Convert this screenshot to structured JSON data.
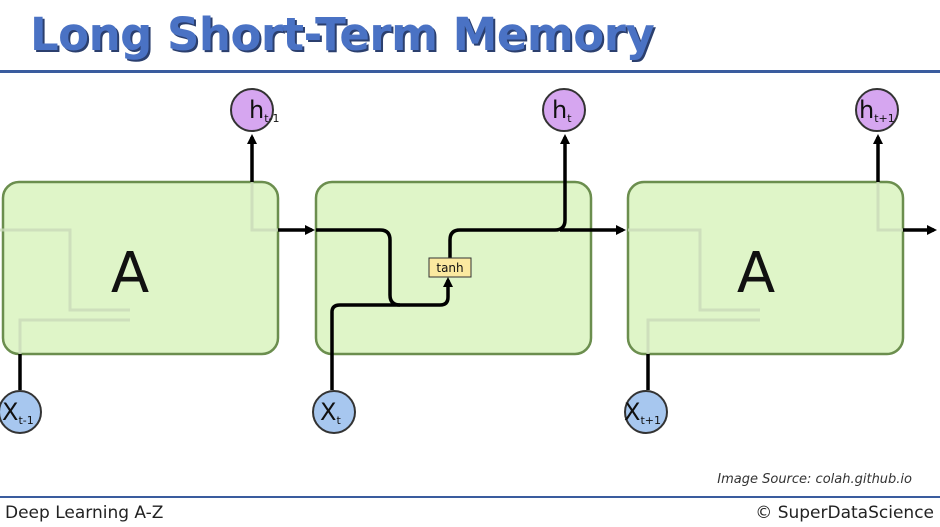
{
  "title": "Long Short-Term Memory",
  "source_note": "Image Source: colah.github.io",
  "footer": {
    "left": "Deep Learning A-Z",
    "right": "© SuperDataScience"
  },
  "colors": {
    "title": "#4a72c4",
    "cell_fill": "#dff5c8",
    "cell_stroke": "#6b8e4e",
    "output_node": "#d6a6f0",
    "input_node": "#a7c7ef",
    "tanh_box": "#fbe9a0",
    "rule": "#3a5c9e"
  },
  "cells": [
    {
      "label": "A"
    },
    {
      "label": ""
    },
    {
      "label": "A"
    }
  ],
  "outputs": [
    {
      "main": "h",
      "sub": "t-1"
    },
    {
      "main": "h",
      "sub": "t"
    },
    {
      "main": "h",
      "sub": "t+1"
    }
  ],
  "inputs": [
    {
      "main": "X",
      "sub": "t-1"
    },
    {
      "main": "X",
      "sub": "t"
    },
    {
      "main": "X",
      "sub": "t+1"
    }
  ],
  "tanh_label": "tanh"
}
